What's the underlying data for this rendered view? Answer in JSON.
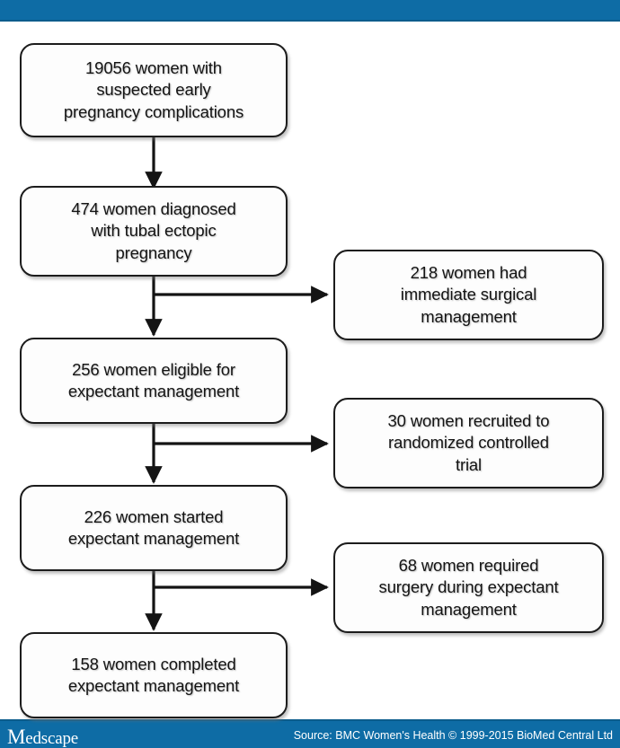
{
  "header": {
    "band_color": "#0e6ca5"
  },
  "flowchart": {
    "type": "flowchart",
    "orientation": "top-to-bottom-with-right-branches",
    "main_nodes": [
      {
        "id": "n1",
        "count": 19056,
        "text": "19056 women with\nsuspected early\npregnancy complications"
      },
      {
        "id": "n2",
        "count": 474,
        "text": "474 women diagnosed\nwith tubal ectopic\npregnancy"
      },
      {
        "id": "n3",
        "count": 256,
        "text": "256 women eligible for\nexpectant management"
      },
      {
        "id": "n4",
        "count": 226,
        "text": "226 women started\nexpectant management"
      },
      {
        "id": "n5",
        "count": 158,
        "text": "158 women completed\nexpectant management"
      }
    ],
    "side_nodes": [
      {
        "id": "s1",
        "count": 218,
        "text": "218 women had\nimmediate surgical\nmanagement",
        "from": "n2"
      },
      {
        "id": "s2",
        "count": 30,
        "text": "30 women recruited to\nrandomized controlled\ntrial",
        "from": "n3"
      },
      {
        "id": "s3",
        "count": 68,
        "text": "68 women required\nsurgery during expectant\nmanagement",
        "from": "n4"
      }
    ],
    "edges": [
      {
        "from": "n1",
        "to": "n2",
        "kind": "vertical-arrow"
      },
      {
        "from": "n2",
        "to": "n3",
        "kind": "vertical-arrow"
      },
      {
        "from": "n2",
        "to": "s1",
        "kind": "branch-right-arrow"
      },
      {
        "from": "n3",
        "to": "n4",
        "kind": "vertical-arrow"
      },
      {
        "from": "n3",
        "to": "s2",
        "kind": "branch-right-arrow"
      },
      {
        "from": "n4",
        "to": "n5",
        "kind": "vertical-arrow"
      },
      {
        "from": "n4",
        "to": "s3",
        "kind": "branch-right-arrow"
      }
    ]
  },
  "footer": {
    "brand_initial": "M",
    "brand_rest": "edscape",
    "source": "Source: BMC Women's Health © 1999-2015 BioMed Central Ltd",
    "band_color": "#0e6ca5"
  }
}
